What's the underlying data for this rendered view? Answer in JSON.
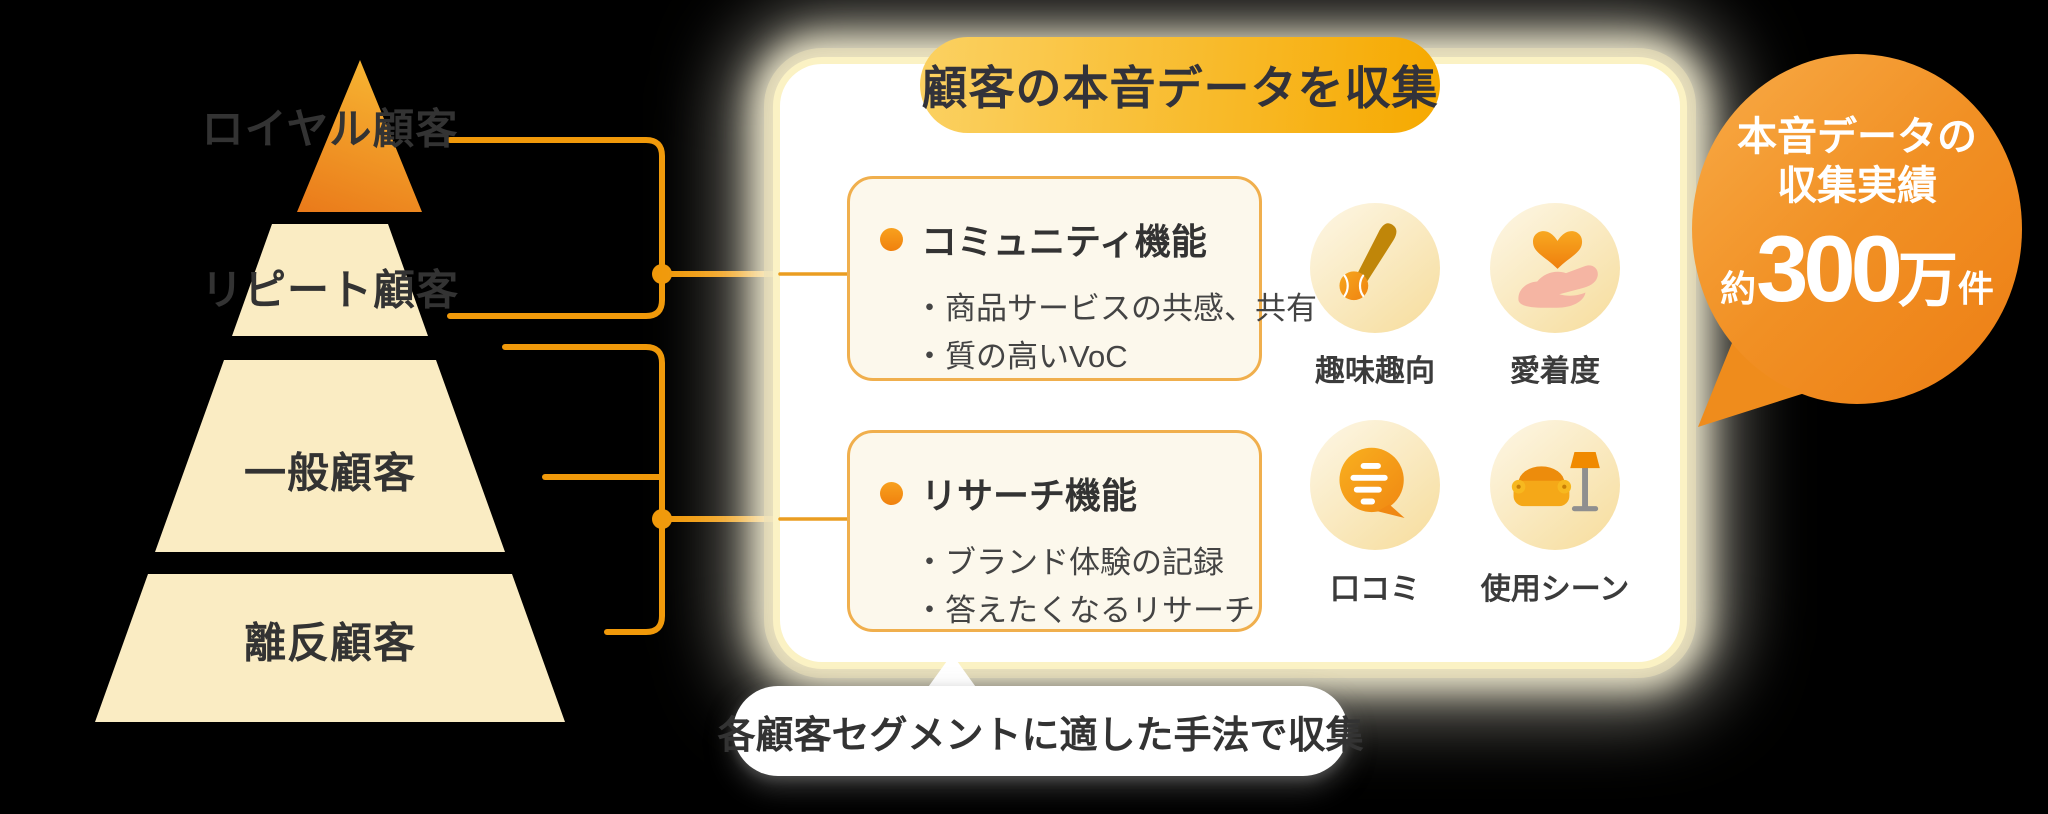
{
  "pyramid": {
    "tiers": [
      {
        "label": "ロイヤル顧客"
      },
      {
        "label": "リピート顧客"
      },
      {
        "label": "一般顧客"
      },
      {
        "label": "離反顧客"
      }
    ]
  },
  "card": {
    "title": "顧客の本音データを収集",
    "features": [
      {
        "title": "コミュニティ機能",
        "bullets": [
          "・商品サービスの共感、共有",
          "・質の高いVoC"
        ]
      },
      {
        "title": "リサーチ機能",
        "bullets": [
          "・ブランド体験の記録",
          "・答えたくなるリサーチ"
        ]
      }
    ],
    "icons": [
      {
        "name": "bat-ball-icon",
        "label": "趣味趣向"
      },
      {
        "name": "heart-in-hand-icon",
        "label": "愛着度"
      },
      {
        "name": "speech-bubble-icon",
        "label": "口コミ"
      },
      {
        "name": "sofa-lamp-icon",
        "label": "使用シーン"
      }
    ]
  },
  "badge": {
    "line1": "本音データの",
    "line2": "収集実績",
    "approx": "約",
    "number": "300",
    "unit_large": "万",
    "unit_small": "件"
  },
  "callout": {
    "text": "各顧客セグメントに適した手法で収集"
  },
  "colors": {
    "connector_orange": "#F0990A",
    "pyramid_cream": "#FAECC3",
    "apex_gradient_top": "#F7B733",
    "apex_gradient_bottom": "#EA7A1A",
    "title_pill_left": "#FBD162",
    "title_pill_right": "#F6A900",
    "feature_box_border": "#F0AF4D",
    "feature_box_bg": "#FCF8EC",
    "badge_orange": "#F19024",
    "label_dark": "#333333"
  }
}
